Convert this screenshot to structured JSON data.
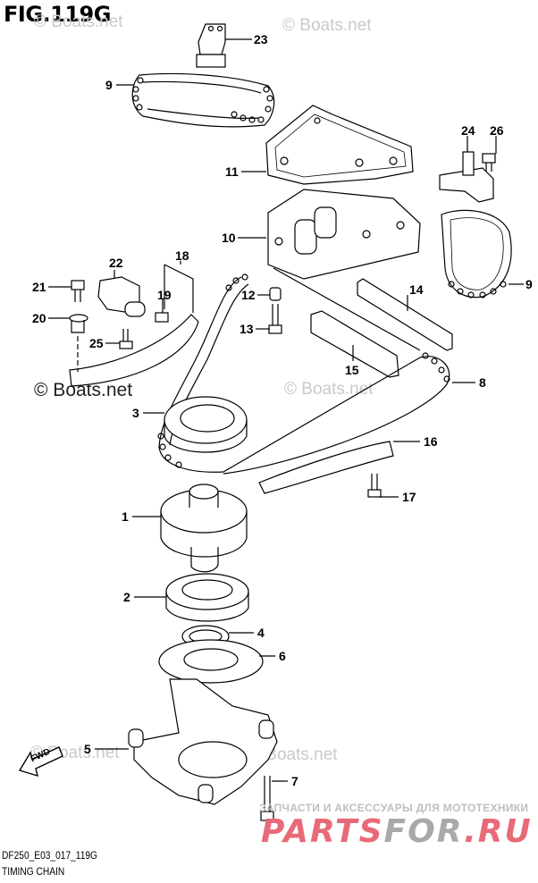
{
  "figure": {
    "title": "FIG.119G",
    "code": "DF250_E03_017_119G",
    "name": "TIMING CHAIN"
  },
  "watermarks": {
    "boats": "© Boats.net"
  },
  "promo": {
    "tagline": "ЗАПЧАСТИ И АКСЕССУАРЫ ДЛЯ МОТОТЕХНИКИ",
    "brand_red_1": "PARTS",
    "brand_gray": "FOR",
    "brand_red_2": ".RU",
    "color_red": "#e86a78",
    "color_gray": "#a9a9a9"
  },
  "direction_badge": {
    "label": "FWD"
  },
  "callouts": [
    {
      "id": "23",
      "label": "23"
    },
    {
      "id": "9a",
      "label": "9"
    },
    {
      "id": "11",
      "label": "11"
    },
    {
      "id": "24",
      "label": "24"
    },
    {
      "id": "26",
      "label": "26"
    },
    {
      "id": "10",
      "label": "10"
    },
    {
      "id": "18",
      "label": "18"
    },
    {
      "id": "22",
      "label": "22"
    },
    {
      "id": "21",
      "label": "21"
    },
    {
      "id": "19",
      "label": "19"
    },
    {
      "id": "12",
      "label": "12"
    },
    {
      "id": "14",
      "label": "14"
    },
    {
      "id": "9b",
      "label": "9"
    },
    {
      "id": "20",
      "label": "20"
    },
    {
      "id": "13",
      "label": "13"
    },
    {
      "id": "25",
      "label": "25"
    },
    {
      "id": "15",
      "label": "15"
    },
    {
      "id": "8",
      "label": "8"
    },
    {
      "id": "3",
      "label": "3"
    },
    {
      "id": "16",
      "label": "16"
    },
    {
      "id": "17",
      "label": "17"
    },
    {
      "id": "1",
      "label": "1"
    },
    {
      "id": "2",
      "label": "2"
    },
    {
      "id": "4",
      "label": "4"
    },
    {
      "id": "6",
      "label": "6"
    },
    {
      "id": "5",
      "label": "5"
    },
    {
      "id": "7",
      "label": "7"
    }
  ]
}
